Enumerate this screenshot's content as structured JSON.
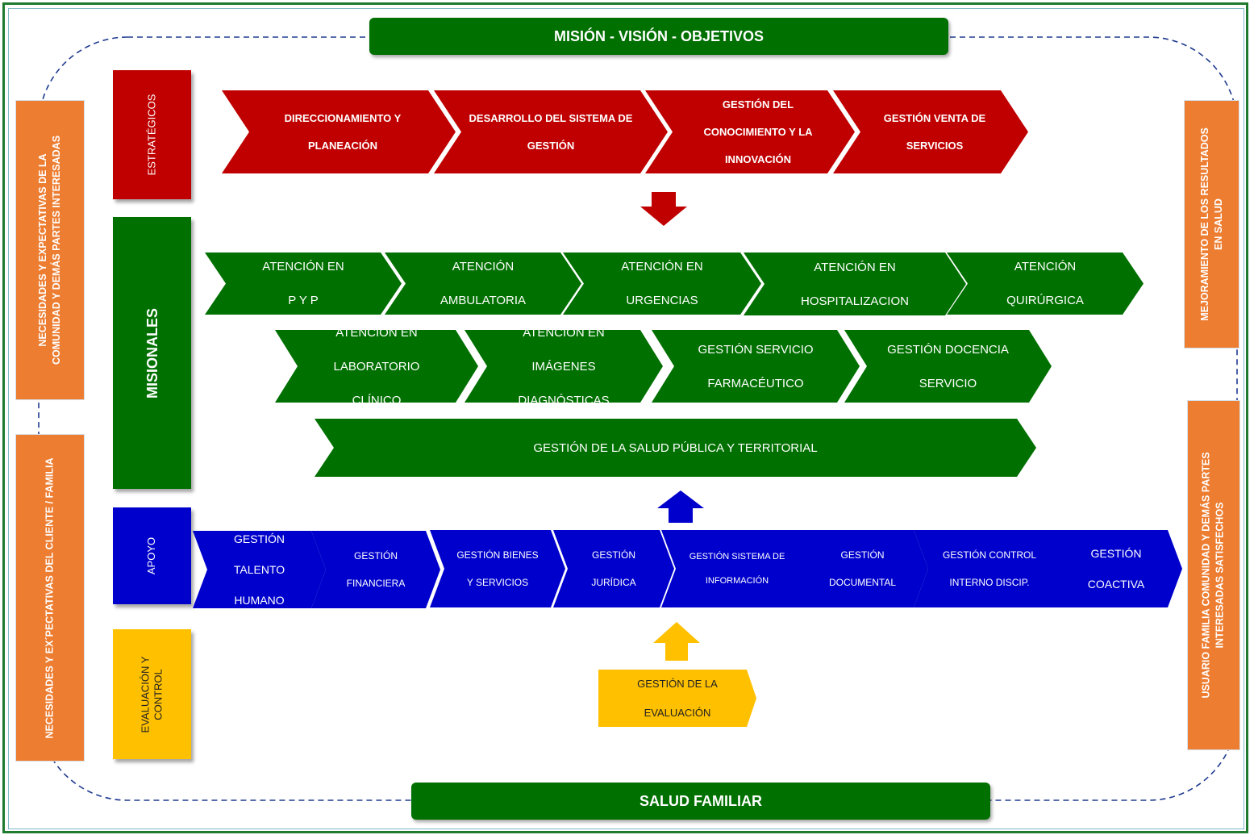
{
  "banners": {
    "top": "MISIÓN - VISIÓN - OBJETIVOS",
    "bottom": "SALUD FAMILIAR"
  },
  "left_sides": {
    "top": [
      "NECESIDADES Y EXPECTATIVAS DE LA",
      "COMUNIDAD Y DEMÁS PARTES INTERESADAS"
    ],
    "bottom": "NECESIDADES Y EX´PECTATIVAS DEL CLIENTE / FAMILIA"
  },
  "right_sides": {
    "top": [
      "MEJORAMIENTO DE LOS RESULTADOS",
      "EN SALUD"
    ],
    "bottom": [
      "USUARIO FAMILIA COMUNIDAD Y DEMÁS PARTES",
      "INTERESADAS SATISFECHOS"
    ]
  },
  "categories": {
    "estrategicos": "ESTRATÉGICOS",
    "misionales": "MISIONALES",
    "apoyo": "APOYO",
    "evaluacion": [
      "EVALUACIÓN Y",
      "CONTROL"
    ]
  },
  "strategic": [
    [
      "DIRECCIONAMIENTO Y",
      "PLANEACIÓN"
    ],
    [
      "DESARROLLO DEL SISTEMA DE",
      "GESTIÓN"
    ],
    [
      "GESTIÓN DEL",
      "CONOCIMIENTO Y LA",
      "INNOVACIÓN"
    ],
    [
      "GESTIÓN VENTA DE",
      "SERVICIOS"
    ]
  ],
  "missional_row1": [
    [
      "ATENCIÓN EN",
      "P Y P"
    ],
    [
      "ATENCIÓN",
      "AMBULATORIA"
    ],
    [
      "ATENCIÓN EN",
      "URGENCIAS"
    ],
    [
      "ATENCIÓN EN",
      "HOSPITALIZACION"
    ],
    [
      "ATENCIÓN",
      "QUIRÚRGICA"
    ]
  ],
  "missional_row2": [
    [
      "ATENCIÓN EN",
      "LABORATORIO",
      "CLÍNICO"
    ],
    [
      "ATENCIÓN EN",
      "IMÁGENES",
      "DIAGNÓSTICAS"
    ],
    [
      "GESTIÓN SERVICIO",
      "FARMACÉUTICO"
    ],
    [
      "GESTIÓN DOCENCIA",
      "SERVICIO"
    ]
  ],
  "missional_row3": "GESTIÓN DE LA SALUD PÚBLICA Y TERRITORIAL",
  "support": [
    [
      "GESTIÓN",
      "TALENTO",
      "HUMANO"
    ],
    [
      "GESTIÓN",
      "FINANCIERA"
    ],
    [
      "GESTIÓN BIENES",
      "Y SERVICIOS"
    ],
    [
      "GESTIÓN",
      "JURÍDICA"
    ],
    [
      "GESTIÓN  SISTEMA DE",
      "INFORMACIÓN"
    ],
    [
      "GESTIÓN",
      "DOCUMENTAL"
    ],
    [
      "GESTIÓN CONTROL",
      "INTERNO DISCIP."
    ],
    [
      "GESTIÓN",
      "COACTIVA"
    ]
  ],
  "evaluation": [
    "GESTIÓN DE LA",
    "EVALUACIÓN"
  ],
  "colors": {
    "strategic": "#c00000",
    "missional": "#007000",
    "support": "#0000cc",
    "evaluation": "#ffc000",
    "side_panels": "#ed7d31",
    "dashed_loop": "#1f3b8f"
  }
}
